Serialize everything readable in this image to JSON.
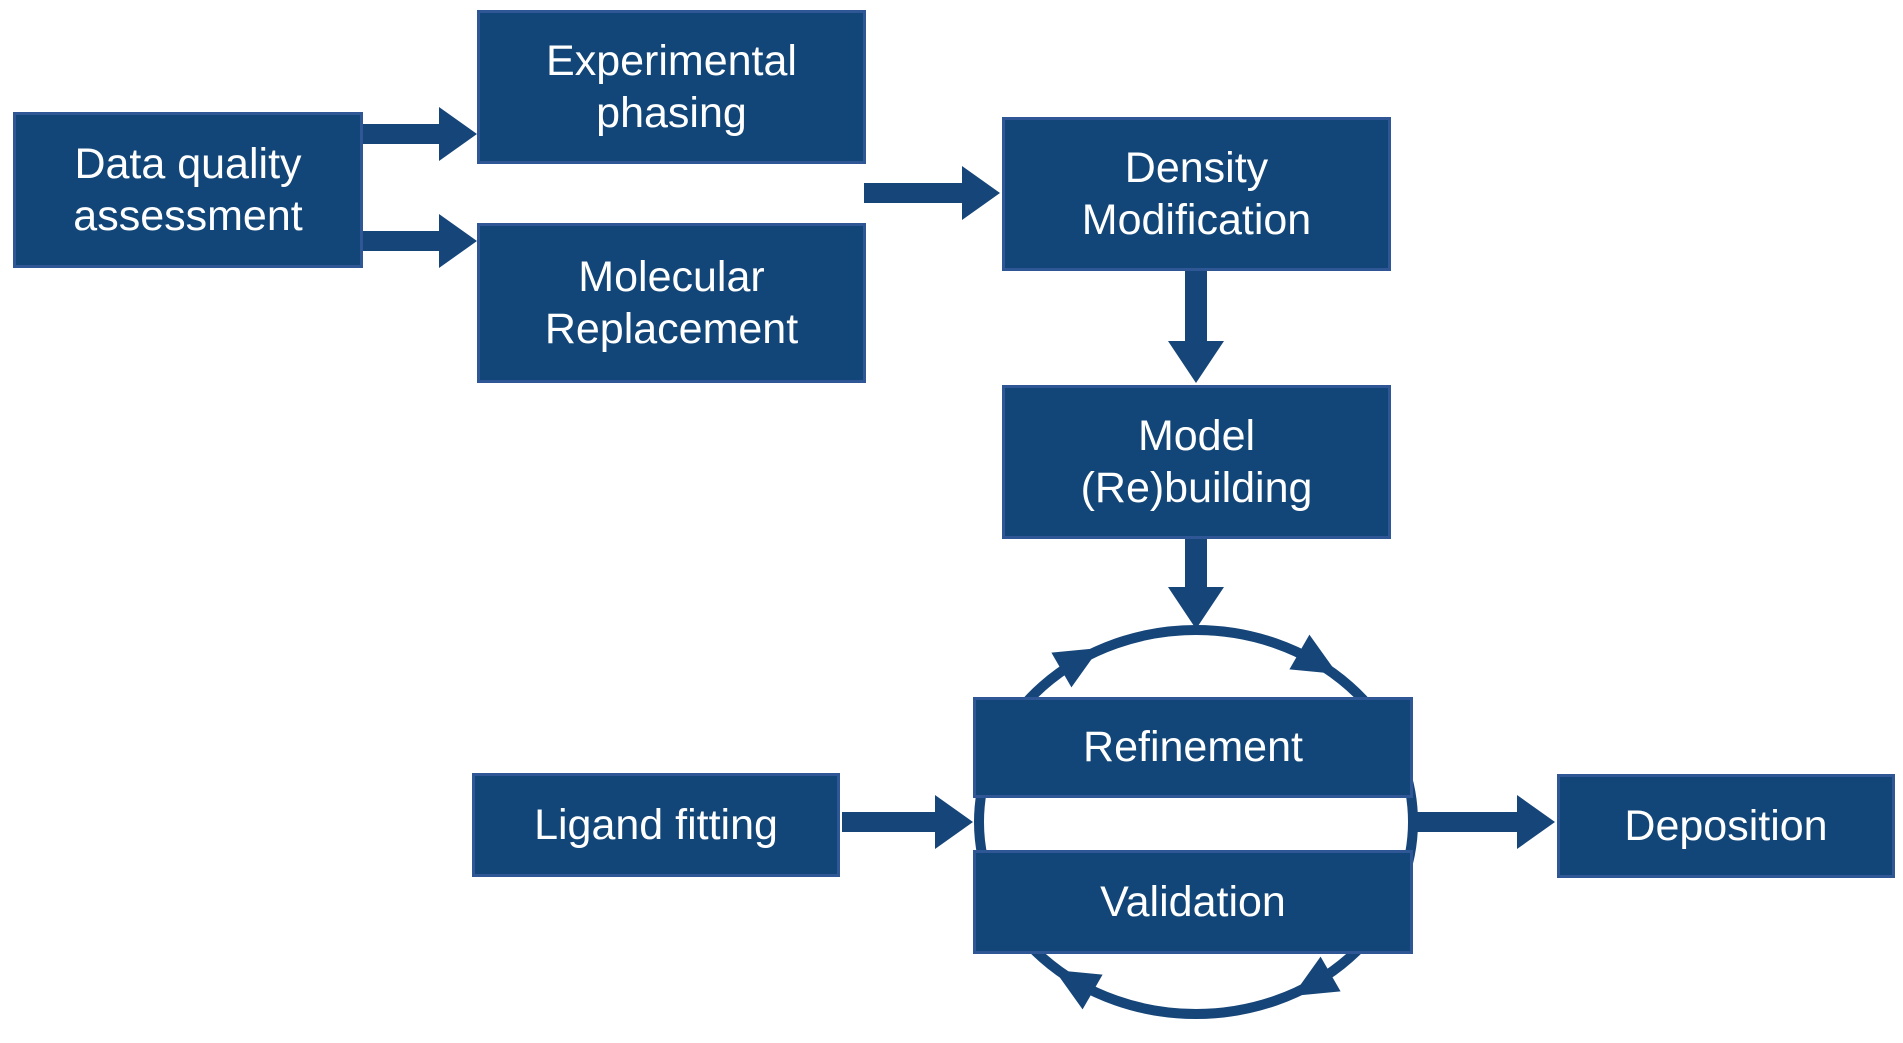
{
  "colors": {
    "box_fill": "#124678",
    "box_border": "#305795",
    "arrow_color": "#164579",
    "text_color": "#ffffff",
    "background": "#ffffff"
  },
  "nodes": {
    "data_quality": {
      "label": "Data quality\nassessment"
    },
    "experimental_phasing": {
      "label": "Experimental\nphasing"
    },
    "molecular_replacement": {
      "label": "Molecular\nReplacement"
    },
    "density_modification": {
      "label": "Density\nModification"
    },
    "model_rebuilding": {
      "label": "Model\n(Re)building"
    },
    "refinement": {
      "label": "Refinement"
    },
    "validation": {
      "label": "Validation"
    },
    "ligand_fitting": {
      "label": "Ligand fitting"
    },
    "deposition": {
      "label": "Deposition"
    }
  },
  "edges": [
    {
      "from": "data_quality",
      "to": "experimental_phasing"
    },
    {
      "from": "data_quality",
      "to": "molecular_replacement"
    },
    {
      "from": "experimental_phasing / molecular_replacement",
      "to": "density_modification"
    },
    {
      "from": "density_modification",
      "to": "model_rebuilding"
    },
    {
      "from": "model_rebuilding",
      "to": "refinement_validation_cycle"
    },
    {
      "from": "ligand_fitting",
      "to": "refinement_validation_cycle"
    },
    {
      "from": "refinement_validation_cycle",
      "to": "deposition"
    }
  ],
  "cycle": {
    "between": [
      "refinement",
      "validation"
    ],
    "direction": "clockwise",
    "arrowheads": 4
  }
}
